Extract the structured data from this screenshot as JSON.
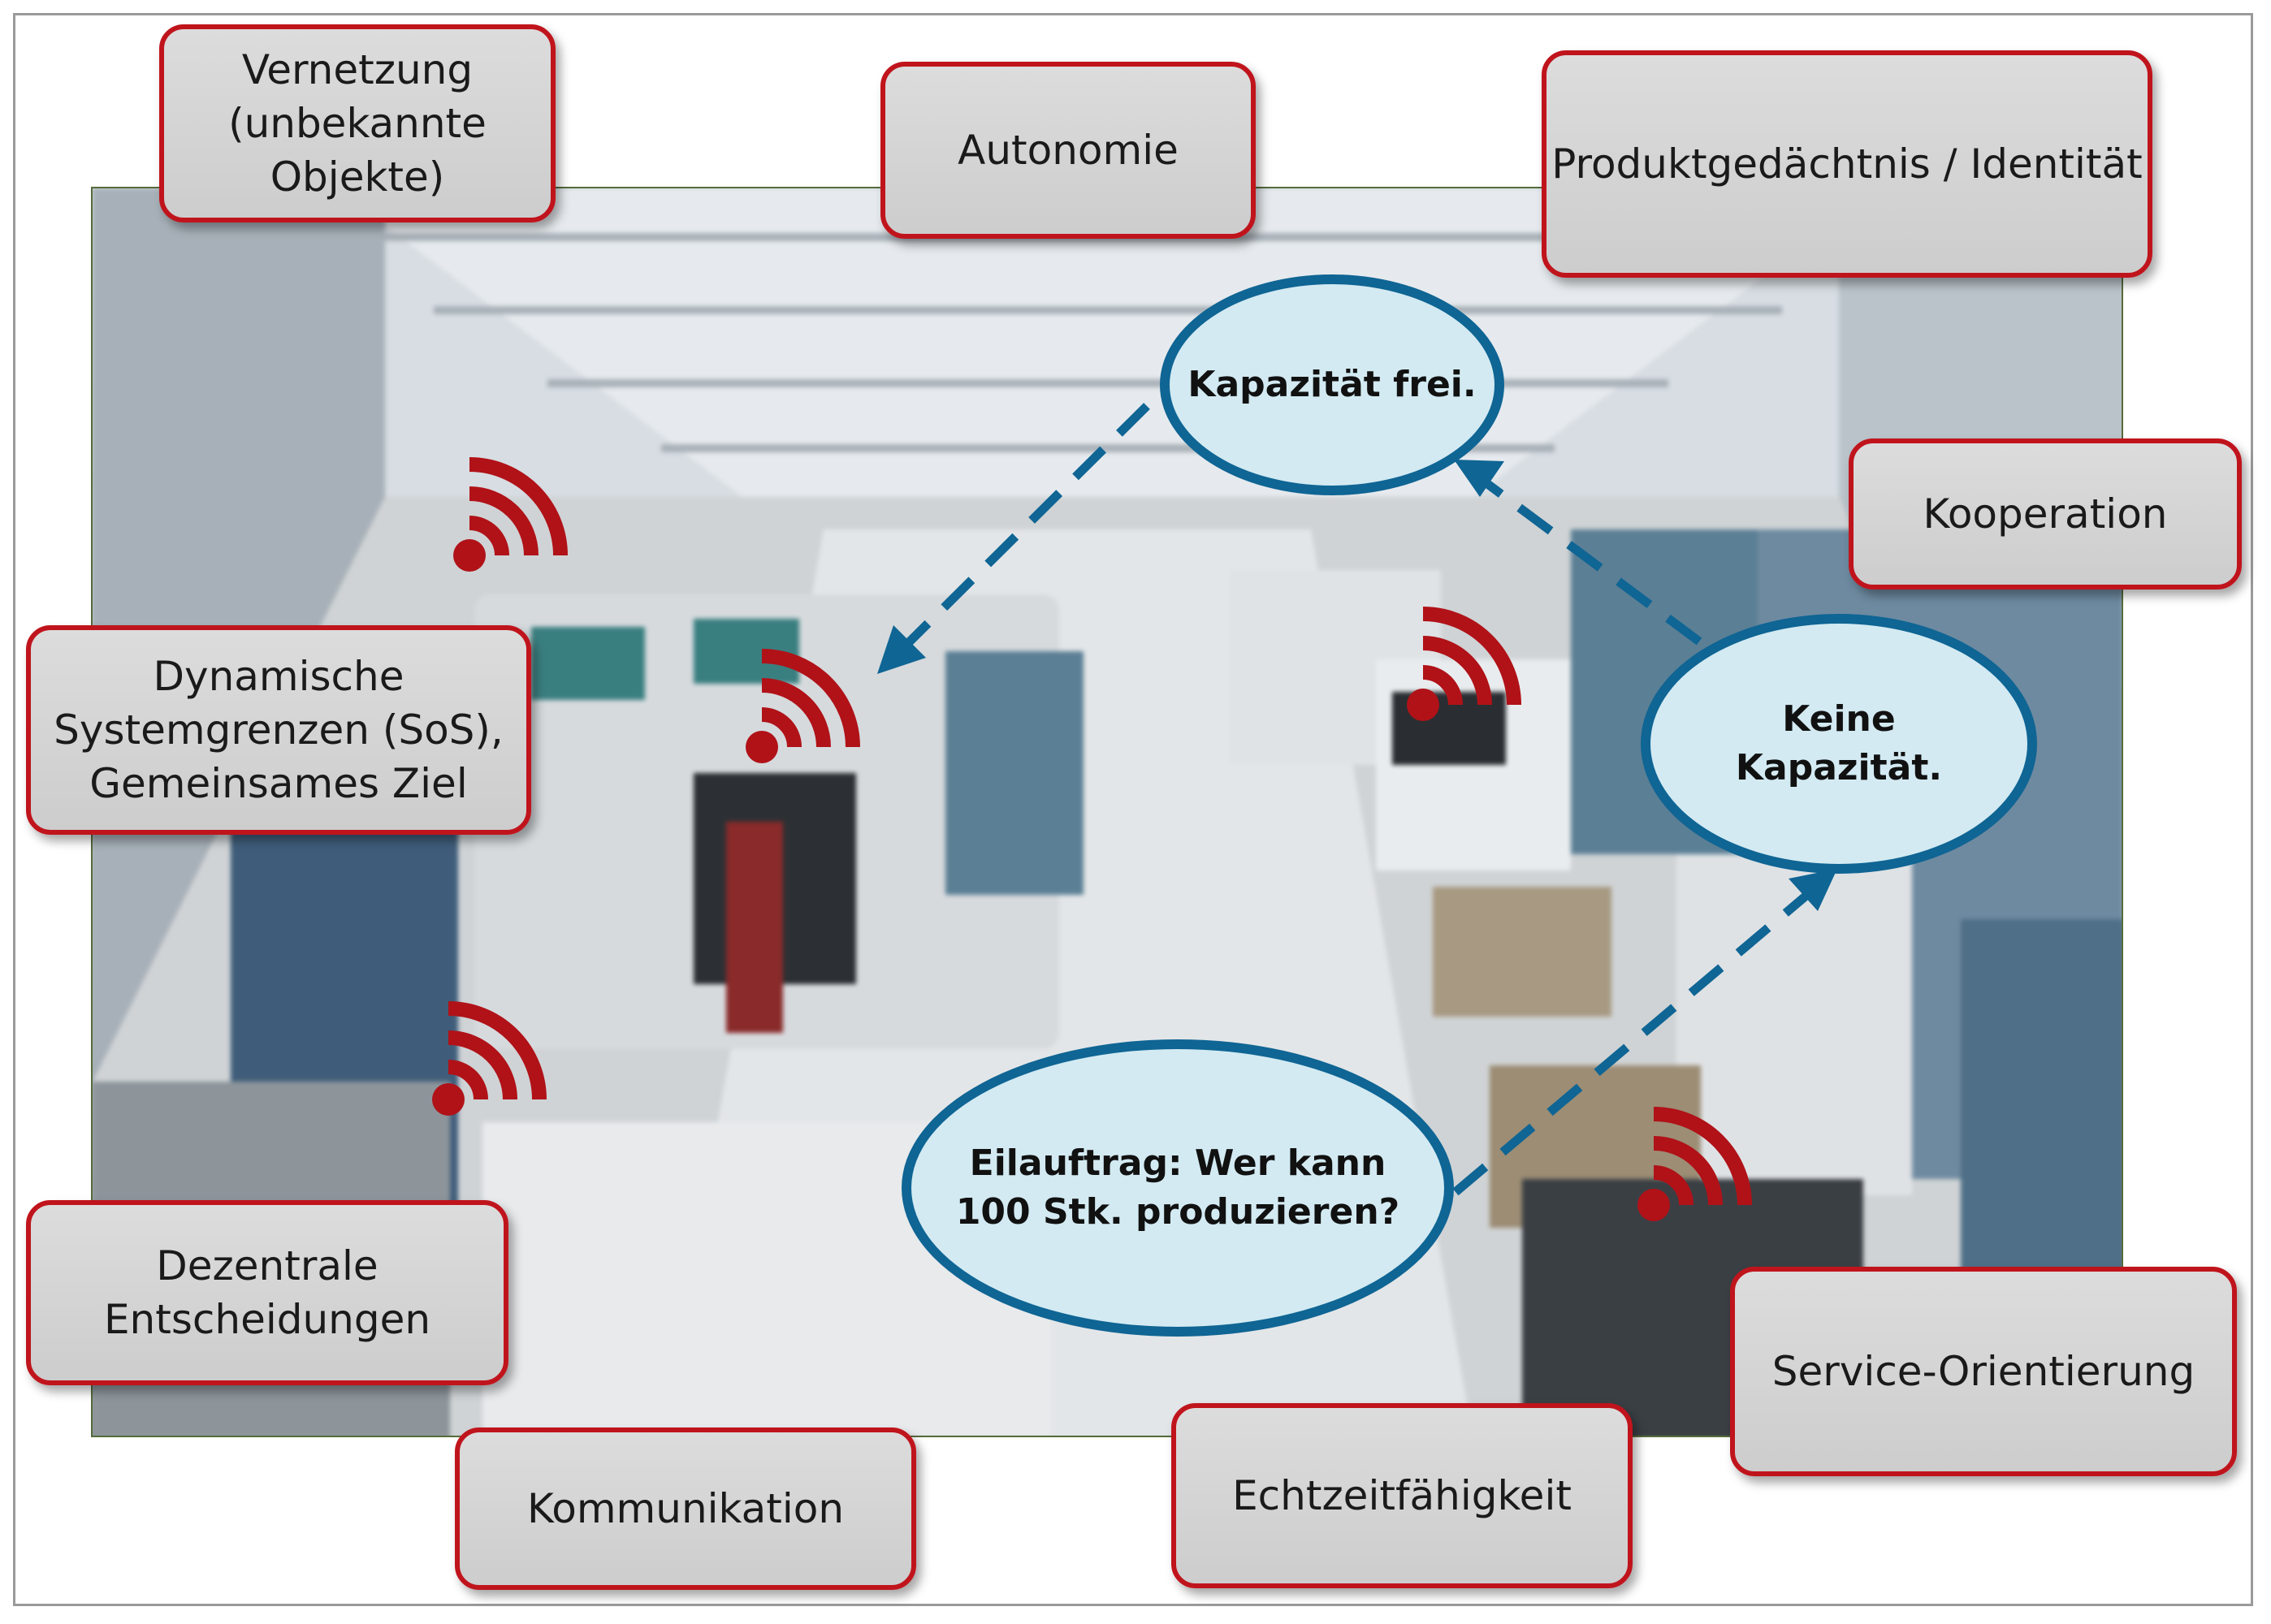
{
  "labels": {
    "vernetzung": "Vernetzung\n(unbekannte\nObjekte)",
    "autonomie": "Autonomie",
    "produktgedaechtnis": "Produktgedächtnis / Identität",
    "kooperation": "Kooperation",
    "dynamische": "Dynamische\nSystemgrenzen (SoS),\nGemeinsames Ziel",
    "dezentrale": "Dezentrale\nEntscheidungen",
    "kommunikation": "Kommunikation",
    "echtzeit": "Echtzeitfähigkeit",
    "service": "Service-Orientierung"
  },
  "bubbles": {
    "kapazitaet_frei": "Kapazität frei.",
    "keine_kapazitaet": "Keine\nKapazität.",
    "eilauftrag": "Eilauftrag: Wer kann\n100 Stk. produzieren?"
  },
  "colors": {
    "label_border": "#c0141c",
    "bubble_border": "#0f6594",
    "bubble_fill": "#d3eaf2",
    "wifi": "#b01218",
    "arrow": "#0f6594"
  },
  "icons": [
    "wifi-signal-icon"
  ]
}
